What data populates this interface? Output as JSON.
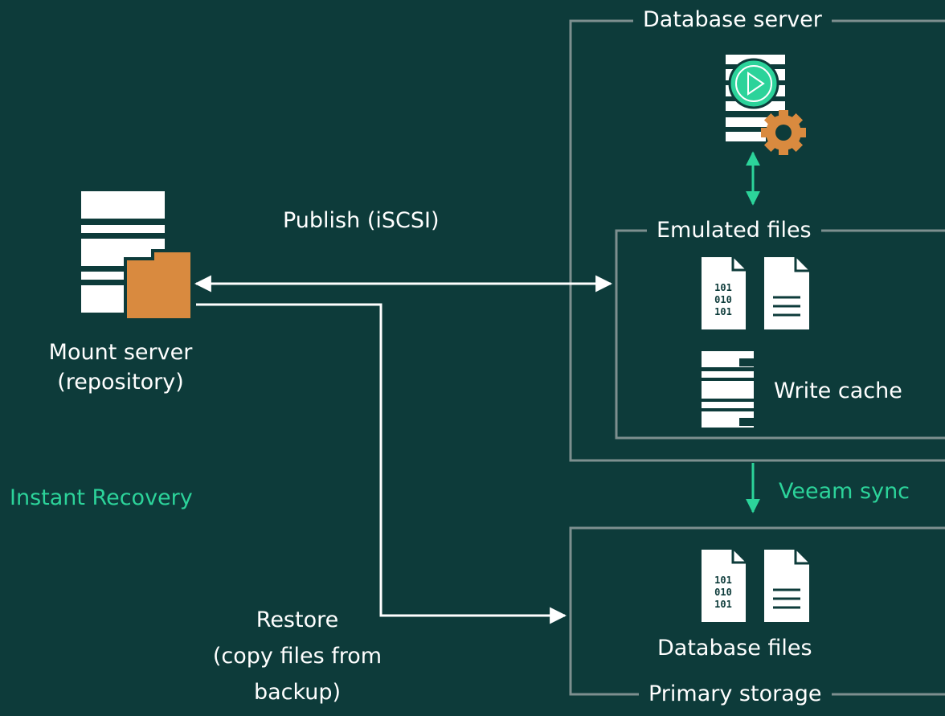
{
  "colors": {
    "background": "#0d3b3a",
    "frame": "#7d8f8f",
    "white": "#ffffff",
    "accent_green": "#2cd39a",
    "accent_orange": "#d98a3f"
  },
  "mount_server": {
    "label_line1": "Mount server",
    "label_line2": "(repository)",
    "icon": "server-with-folder-icon"
  },
  "instant_recovery_label": "Instant Recovery",
  "publish_label": "Publish (iSCSI)",
  "restore_label": {
    "line1": "Restore",
    "line2": "(copy files from",
    "line3": "backup)"
  },
  "database_server": {
    "title": "Database server",
    "icon": "database-engine-icon"
  },
  "emulated_files": {
    "title": "Emulated files",
    "icons": [
      "binary-file-icon",
      "text-file-icon"
    ]
  },
  "write_cache": {
    "label": "Write cache",
    "icon": "write-cache-icon"
  },
  "veeam_sync_label": "Veeam sync",
  "primary_storage": {
    "title": "Primary storage",
    "files_label": "Database files",
    "icons": [
      "binary-file-icon",
      "text-file-icon"
    ]
  },
  "binary_file_text": {
    "line1": "101",
    "line2": "010",
    "line3": "101"
  }
}
